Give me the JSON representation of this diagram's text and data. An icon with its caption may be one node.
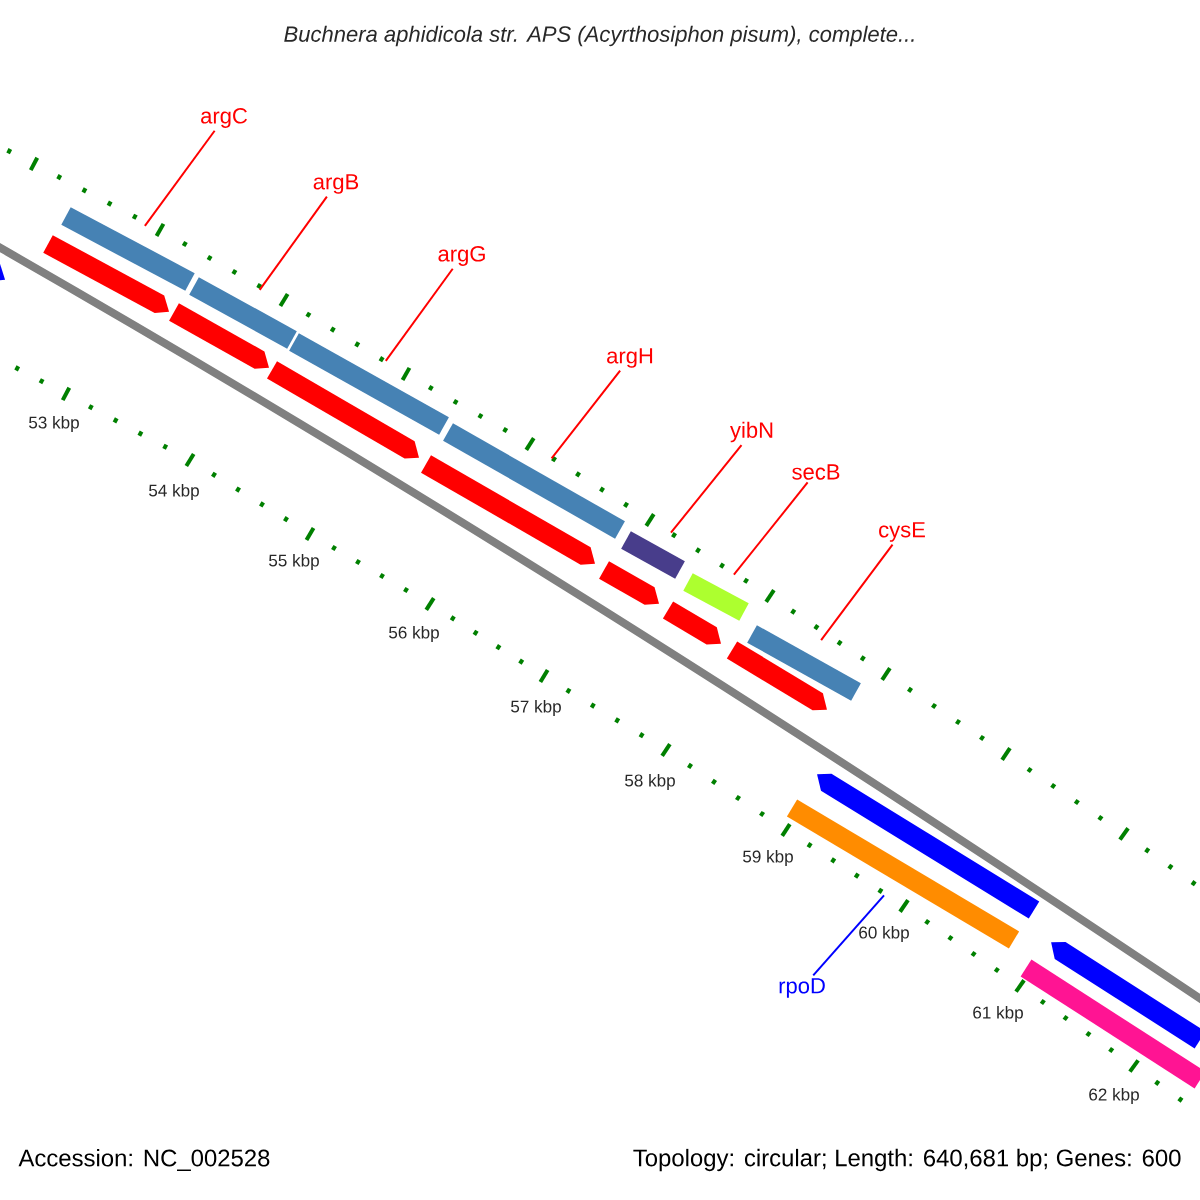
{
  "diagram": {
    "title": "Buchnera aphidicola str. APS (Acyrthosiphon pisum), complete...",
    "nodes": [
      {
        "text": [
          "argC"
        ]
      },
      {
        "text": [
          "argB"
        ]
      },
      {
        "text": [
          "argG"
        ]
      },
      {
        "text": [
          "argH"
        ]
      },
      {
        "text": [
          "yibN"
        ]
      },
      {
        "text": [
          "secB"
        ]
      },
      {
        "text": [
          "cysE"
        ]
      },
      {
        "text": [
          "rpoD"
        ]
      },
      {
        "text": [],
        "shape": "bar"
      },
      {
        "text": [],
        "shape": "bar"
      },
      {
        "text": [],
        "shape": "bar"
      },
      {
        "text": [],
        "shape": "bar"
      },
      {
        "text": [],
        "shape": "bar"
      },
      {
        "text": [],
        "shape": "bar"
      },
      {
        "text": [],
        "shape": "bar"
      },
      {
        "text": [],
        "shape": "bar"
      },
      {
        "text": [],
        "shape": "bar"
      },
      {
        "text": [],
        "shape": "bar"
      },
      {
        "text": [],
        "shape": "bar"
      },
      {
        "text": [],
        "shape": "bar"
      },
      {
        "text": [],
        "shape": "bar"
      },
      {
        "text": [],
        "shape": "bar"
      },
      {
        "text": [],
        "shape": "bar"
      },
      {
        "text": [],
        "shape": "bar"
      },
      {
        "text": [],
        "shape": "bar"
      },
      {
        "text": [],
        "shape": "bar"
      },
      {
        "text": [],
        "shape": "bar"
      }
    ],
    "edges": [
      {
        "from": 0,
        "to": 8,
        "arrow": "none"
      },
      {
        "from": 1,
        "to": 9,
        "arrow": "none"
      },
      {
        "from": 2,
        "to": 10,
        "arrow": "none"
      },
      {
        "from": 3,
        "to": 11,
        "arrow": "none"
      },
      {
        "from": 4,
        "to": 12,
        "arrow": "none"
      },
      {
        "from": 5,
        "to": 13,
        "arrow": "none"
      },
      {
        "from": 6,
        "to": 14,
        "arrow": "none"
      },
      {
        "from": 7,
        "to": 15,
        "arrow": "none",
        "color": "#0000ff"
      }
    ],
    "labels": [
      "53 kbp",
      "54 kbp",
      "55 kbp",
      "56 kbp",
      "57 kbp",
      "58 kbp",
      "59 kbp",
      "60 kbp",
      "61 kbp",
      "62 kbp",
      "Accession: NC_002528",
      "Topology: circular; Length: 640,681 bp; Genes: 600"
    ]
  }
}
